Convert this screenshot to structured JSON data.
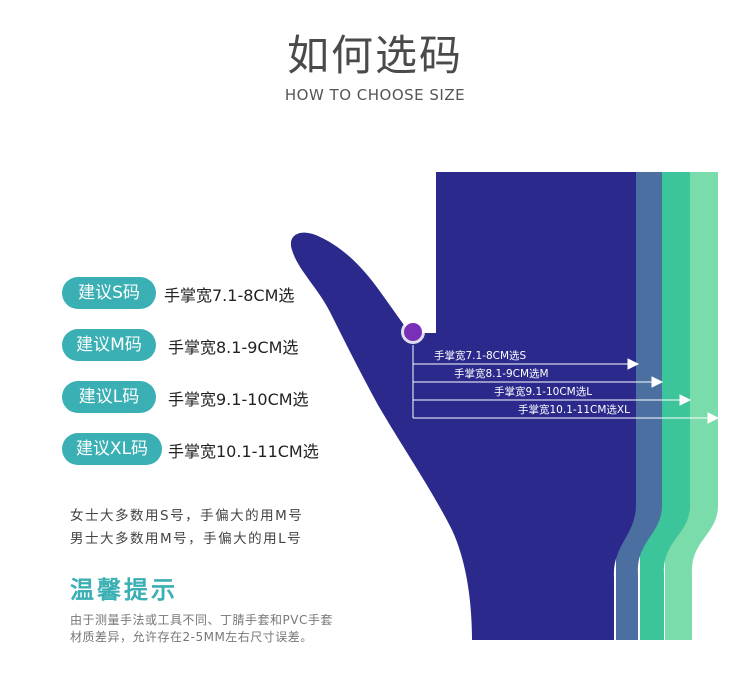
{
  "header": {
    "title": "如何选码",
    "subtitle": "HOW TO CHOOSE SIZE"
  },
  "sizes": [
    {
      "badge": "建议S码",
      "desc": "手掌宽7.1-8CM选"
    },
    {
      "badge": "建议M码",
      "desc": "手掌宽8.1-9CM选"
    },
    {
      "badge": "建议L码",
      "desc": "手掌宽9.1-10CM选"
    },
    {
      "badge": "建议XL码",
      "desc": "手掌宽10.1-11CM选"
    }
  ],
  "measurements": [
    {
      "label": "手掌宽7.1-8CM选S"
    },
    {
      "label": "手掌宽8.1-9CM选M"
    },
    {
      "label": "手掌宽9.1-10CM选L"
    },
    {
      "label": "手掌宽10.1-11CM选XL"
    }
  ],
  "notes": [
    "女士大多数用S号，手偏大的用M号",
    "男士大多数用M号，手偏大的用L号"
  ],
  "tip": {
    "title": "温馨提示",
    "lines": [
      "由于测量手法或工具不同、丁腈手套和PVC手套",
      "材质差异，允许存在2-5MM左右尺寸误差。"
    ]
  },
  "colors": {
    "accent": "#3bb0b4",
    "hand": "#2b2a8c",
    "layer1": "#4a6fa0",
    "layer2": "#3cc49a",
    "layer3": "#7adcaa",
    "dot": "#7a2fb8"
  }
}
